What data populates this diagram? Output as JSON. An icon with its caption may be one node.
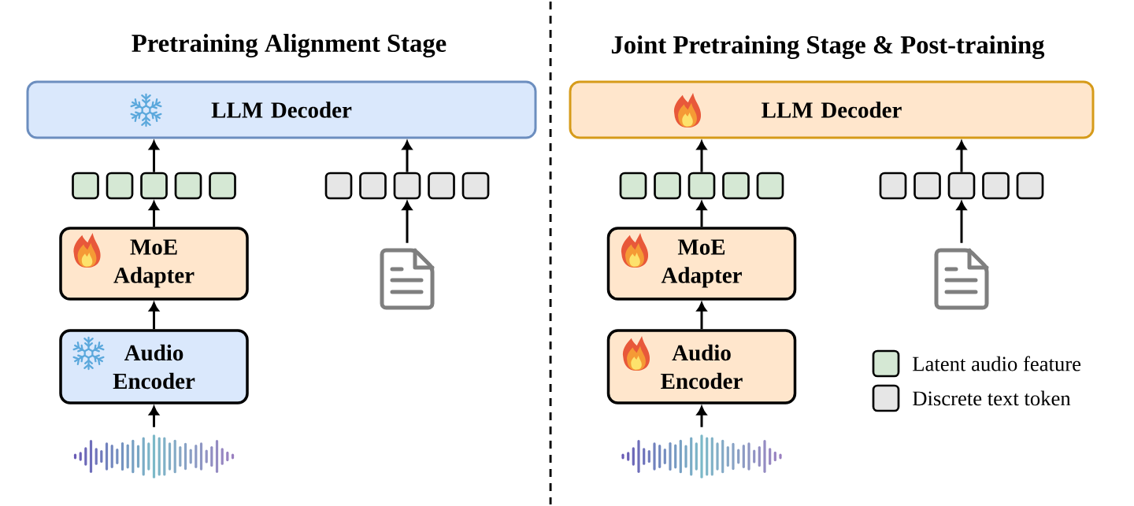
{
  "diagram": {
    "nodes": [
      {
        "text": [
          "LLM Decoder"
        ]
      },
      {
        "text": [],
        "shape": "box"
      },
      {
        "text": [],
        "shape": "box"
      },
      {
        "text": [],
        "shape": "box"
      },
      {
        "text": [],
        "shape": "box"
      },
      {
        "text": [],
        "shape": "box"
      },
      {
        "text": [],
        "shape": "box"
      },
      {
        "text": [],
        "shape": "box"
      },
      {
        "text": [],
        "shape": "box"
      },
      {
        "text": [],
        "shape": "box"
      },
      {
        "text": [],
        "shape": "box"
      },
      {
        "text": [
          "MoE Adapter"
        ]
      },
      {
        "text": [],
        "shape": "picture"
      },
      {
        "text": [
          "Audio Encoder"
        ]
      },
      {
        "text": [],
        "shape": "picture"
      },
      {
        "text": [
          "LLM Decoder"
        ]
      },
      {
        "text": [],
        "shape": "box"
      },
      {
        "text": [],
        "shape": "box"
      },
      {
        "text": [],
        "shape": "box"
      },
      {
        "text": [],
        "shape": "box"
      },
      {
        "text": [],
        "shape": "box"
      },
      {
        "text": [],
        "shape": "box"
      },
      {
        "text": [],
        "shape": "box"
      },
      {
        "text": [],
        "shape": "box"
      },
      {
        "text": [],
        "shape": "box"
      },
      {
        "text": [],
        "shape": "box"
      },
      {
        "text": [
          "MoE Adapter"
        ]
      },
      {
        "text": [],
        "shape": "picture"
      },
      {
        "text": [
          "Audio Encoder"
        ]
      },
      {
        "text": [],
        "shape": "picture"
      }
    ],
    "edges": [
      {
        "from": 14,
        "to": 13,
        "arrow": "to"
      },
      {
        "from": 13,
        "to": 11,
        "arrow": "to"
      },
      {
        "from": 11,
        "to": 3,
        "arrow": "to"
      },
      {
        "from": 3,
        "to": 0,
        "arrow": "to"
      },
      {
        "from": 12,
        "to": 8,
        "arrow": "to"
      },
      {
        "from": 8,
        "to": 0,
        "arrow": "to"
      },
      {
        "from": 29,
        "to": 28,
        "arrow": "to"
      },
      {
        "from": 28,
        "to": 26,
        "arrow": "to"
      },
      {
        "from": 26,
        "to": 18,
        "arrow": "to"
      },
      {
        "from": 18,
        "to": 15,
        "arrow": "to"
      },
      {
        "from": 27,
        "to": 23,
        "arrow": "to"
      },
      {
        "from": 23,
        "to": 15,
        "arrow": "to"
      }
    ],
    "labels": [
      "Pretraining Alignment Stage",
      "Joint Pretraining Stage & Post-training"
    ],
    "legend": [
      {
        "text": "Latent audio feature",
        "color": "#d5e8d4"
      },
      {
        "text": "Discrete text token",
        "color": "#e6e6e6"
      }
    ]
  }
}
